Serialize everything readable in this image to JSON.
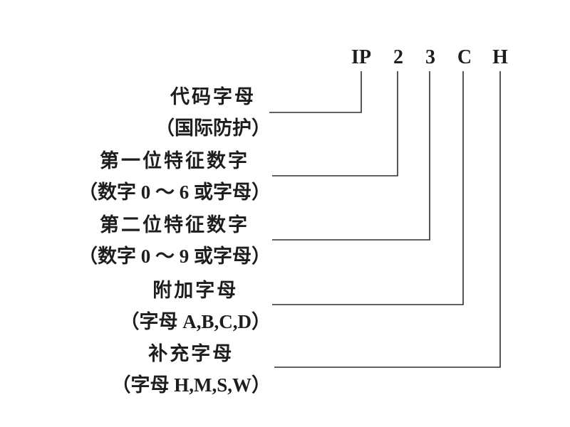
{
  "page": {
    "colors": {
      "background": "#ffffff",
      "ink": "#1d1d1d",
      "line": "#2e2e2e"
    }
  },
  "diagram": {
    "type": "ip-code-annotation",
    "code": {
      "parts": [
        {
          "text": "IP"
        },
        {
          "text": "2"
        },
        {
          "text": "3"
        },
        {
          "text": "C"
        },
        {
          "text": "H"
        }
      ]
    },
    "rows": [
      {
        "title": "代码字母",
        "subtitle": "（国际防护）",
        "connects_to": "IP"
      },
      {
        "title": "第一位特征数字",
        "subtitle": "（数字 0 ～ 6 或字母）",
        "connects_to": "2"
      },
      {
        "title": "第二位特征数字",
        "subtitle": "（数字 0 ～ 9 或字母）",
        "connects_to": "3"
      },
      {
        "title": "附加字母",
        "subtitle": "（字母 A,B,C,D）",
        "connects_to": "C"
      },
      {
        "title": "补充字母",
        "subtitle": "（字母 H,M,S,W）",
        "connects_to": "H"
      }
    ]
  }
}
